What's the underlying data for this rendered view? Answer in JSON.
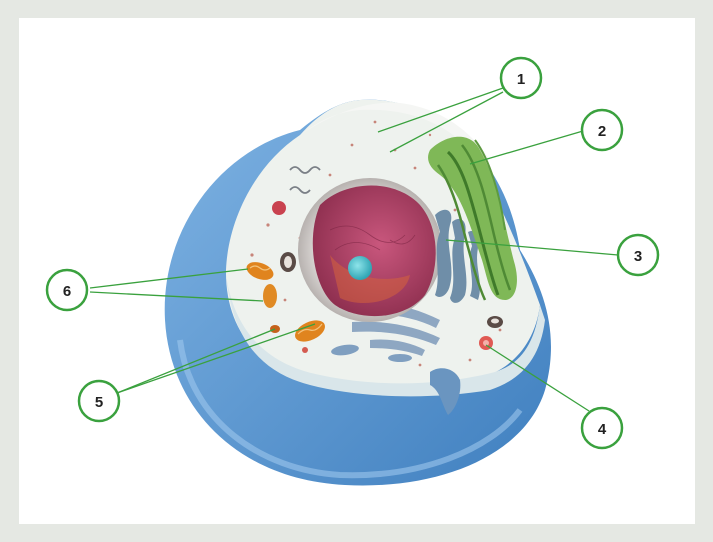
{
  "colors": {
    "background": "#e5e8e3",
    "panel": "#ffffff",
    "callout_stroke": "#3aa13e",
    "membrane": "#5b98d4",
    "cytoplasm": "#eef2ee",
    "nucleus": "#b9456a",
    "nucleolus": "#4fc3cf",
    "golgi": "#5c9a3a",
    "mitochondria": "#e0841e"
  },
  "callouts": [
    {
      "number": "1"
    },
    {
      "number": "2"
    },
    {
      "number": "3"
    },
    {
      "number": "4"
    },
    {
      "number": "5"
    },
    {
      "number": "6"
    }
  ]
}
